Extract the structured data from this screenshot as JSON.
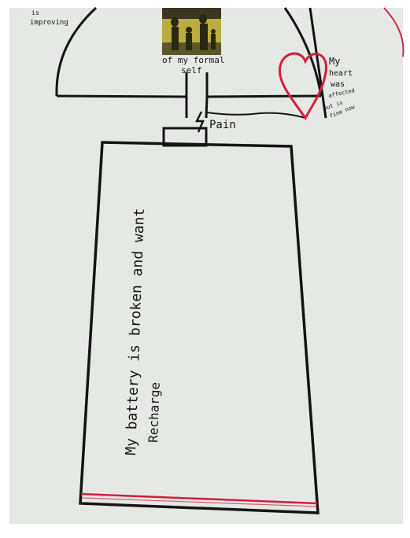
{
  "photo": {
    "paper_color": "#e6e8e6",
    "ink_color": "#141414",
    "red_ink_color": "#d21e3c",
    "pink_ink_color": "#c8284a",
    "top_text": {
      "line1": "is",
      "line2": "improving"
    },
    "formal_text": {
      "line1": "of my formal",
      "line2": "self"
    },
    "heart_text": {
      "line1": "My",
      "line2": "heart",
      "line3": "was",
      "line4": "affected",
      "line5": "but is",
      "line6": "fine now"
    },
    "pain_label": "Pain",
    "battery_text": {
      "line1": "My battery is broken and want",
      "line2": "Recharge"
    }
  }
}
